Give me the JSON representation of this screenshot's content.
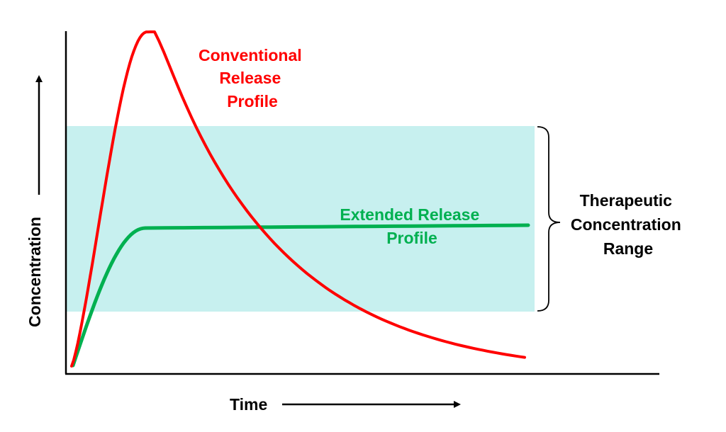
{
  "chart_data": {
    "type": "line",
    "title": "",
    "xlabel": "Time",
    "ylabel": "Concentration",
    "grid": false,
    "band": {
      "label": [
        "Therapeutic",
        "Concentration",
        "Range"
      ],
      "color": "#c7f0ef"
    },
    "series": [
      {
        "name": "Conventional Release Profile",
        "label_lines": [
          "Conventional",
          "Release",
          "Profile"
        ],
        "color": "#ff0000",
        "shape": "sharp rise to a peak well above the therapeutic range, then exponential decay below it"
      },
      {
        "name": "Extended Release Profile",
        "label_lines": [
          "Extended Release",
          "Profile"
        ],
        "color": "#00b050",
        "shape": "rise to a level inside the therapeutic range, then nearly flat"
      }
    ]
  }
}
